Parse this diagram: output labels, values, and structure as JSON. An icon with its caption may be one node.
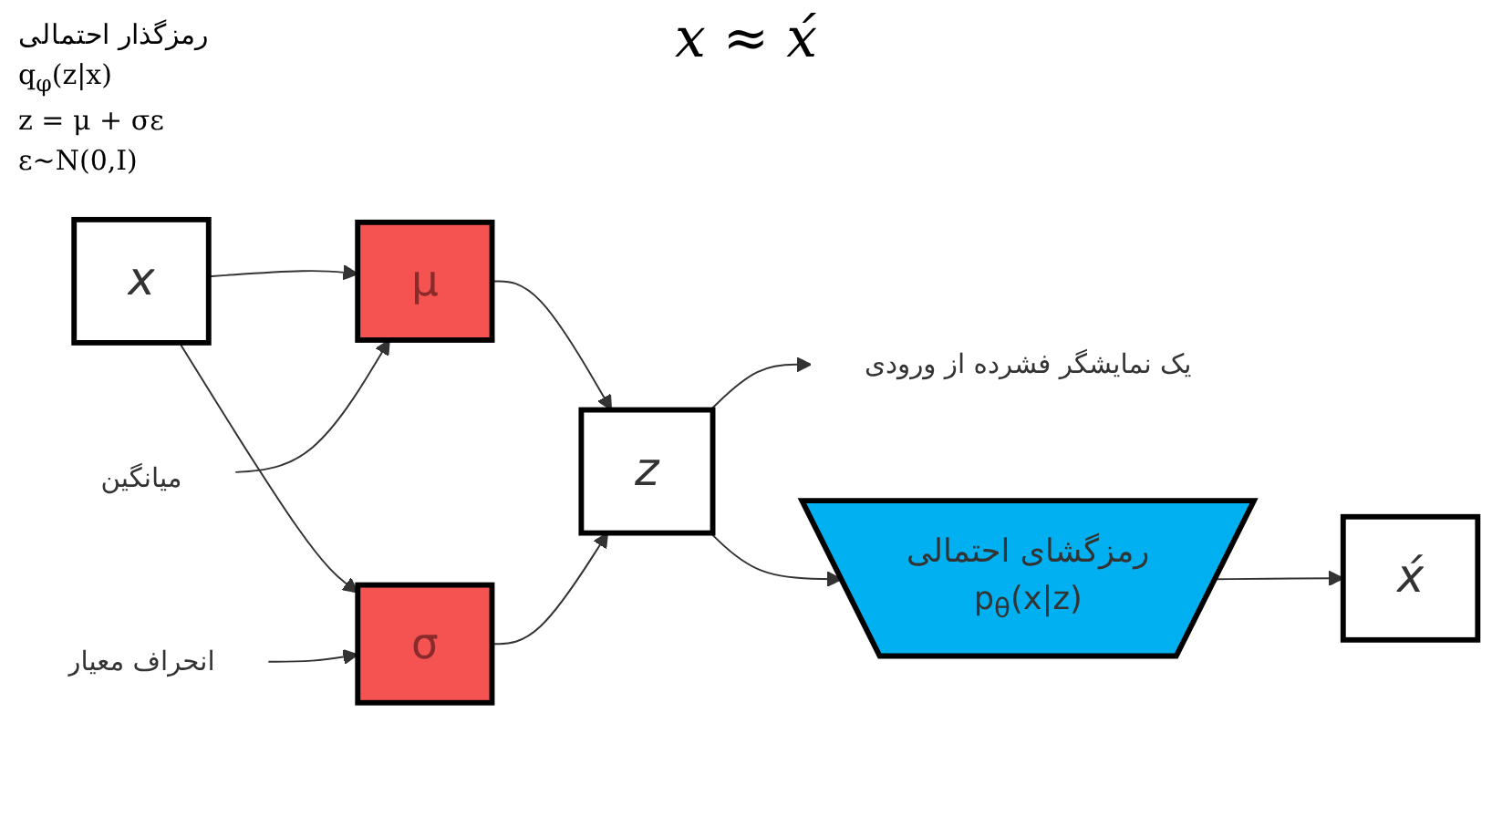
{
  "diagram": {
    "title": "x ≈ x́",
    "nodes": [
      {
        "text": [
          "x"
        ]
      },
      {
        "text": [
          "میانگین"
        ]
      },
      {
        "text": [
          "μ"
        ]
      },
      {
        "text": [
          "σ"
        ]
      },
      {
        "text": [
          "انحراف معیار"
        ]
      },
      {
        "text": [
          "z"
        ]
      },
      {
        "text": [
          "یک نمایشگر فشرده از ورودی"
        ]
      },
      {
        "text": [
          "رمزگشای احتمالی",
          "p$_{θ}$(x|z)"
        ]
      },
      {
        "text": [
          "x́"
        ]
      }
    ],
    "edges": [
      {
        "from": 0,
        "to": 2,
        "arrow": "to"
      },
      {
        "from": 0,
        "to": 3,
        "arrow": "to"
      },
      {
        "from": 2,
        "to": 5,
        "arrow": "to"
      },
      {
        "from": 3,
        "to": 5,
        "arrow": "to"
      },
      {
        "from": 5,
        "to": 7,
        "arrow": "to"
      },
      {
        "from": 7,
        "to": 8,
        "arrow": "to"
      },
      {
        "from": 1,
        "to": 2,
        "arrow": "to"
      },
      {
        "from": 4,
        "to": 3,
        "arrow": "to"
      },
      {
        "from": 5,
        "to": 6,
        "arrow": "to"
      }
    ],
    "labels": [
      "رمزگذار احتمالی",
      "q$_{φ}$(z|x)",
      "z = μ + σε",
      "ε~N(0,I)"
    ]
  }
}
